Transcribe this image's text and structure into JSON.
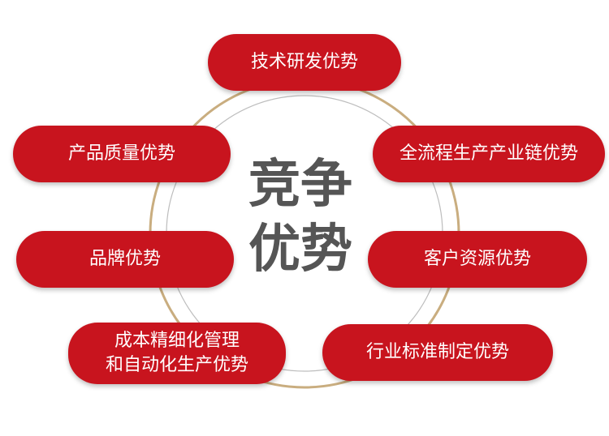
{
  "center": {
    "line1": "竞争",
    "line2": "优势"
  },
  "items": [
    {
      "label": "技术研发优势"
    },
    {
      "label": "产品质量优势"
    },
    {
      "label": "全流程生产产业链优势"
    },
    {
      "label": "品牌优势"
    },
    {
      "label": "客户资源优势"
    },
    {
      "line1": "成本精细化管理",
      "line2": "和自动化生产优势"
    },
    {
      "label": "行业标准制定优势"
    }
  ],
  "colors": {
    "pill": "#c8141e",
    "pill_text": "#ffffff",
    "outer_ring": "#c9ad7f",
    "inner_ring": "#bdbdbd",
    "center_text": "#555555"
  }
}
